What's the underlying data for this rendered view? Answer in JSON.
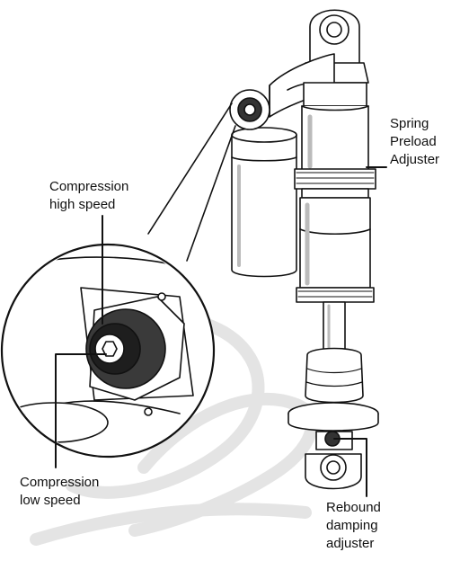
{
  "labels": {
    "compression_high_speed": [
      "Compression",
      "high speed"
    ],
    "compression_low_speed": [
      "Compression",
      "low speed"
    ],
    "spring_preload_adjuster": [
      "Spring",
      "Preload",
      "Adjuster"
    ],
    "rebound_damping_adjuster": [
      "Rebound",
      "damping",
      "adjuster"
    ]
  },
  "colors": {
    "line": "#111111",
    "watermark": "#e6e6e6",
    "body_fill": "#ffffff",
    "dark_part": "#3a3a3a",
    "light_shade": "#d9d9d9"
  }
}
